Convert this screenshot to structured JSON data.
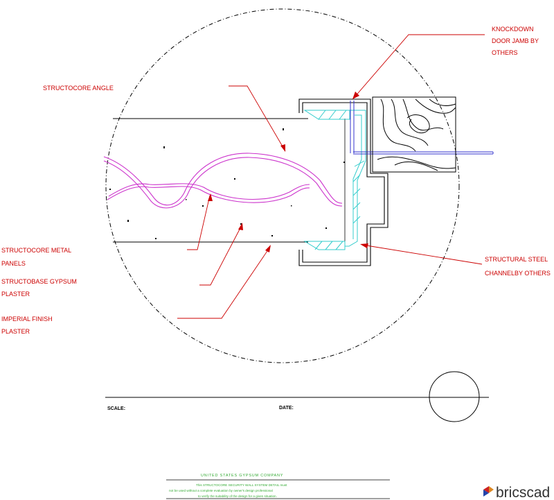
{
  "labels": {
    "knock_down_1": "KNOCKDOWN",
    "knock_down_2": "DOOR JAMB BY",
    "knock_down_3": "OTHERS",
    "angle": "STRUCTOCORE ANGLE",
    "metal_1": "STRUCTOCORE METAL",
    "metal_2": "PANELS",
    "gypsum_1": "STRUCTOBASE GYPSUM",
    "gypsum_2": "PLASTER",
    "finish_1": "IMPERIAL FINISH",
    "finish_2": "PLASTER",
    "channel_1": "STRUCTURAL STEEL",
    "channel_2": "CHANNELBY OTHERS"
  },
  "title_block": {
    "scale_label": "SCALE:",
    "date_label": "DATE:",
    "company": "UNITED STATES GYPSUM COMPANY",
    "disclaimer_1": "This STRUCTOCORE SECURITY WALL SYSTEM DETAIL must",
    "disclaimer_2": "not be used without a complete evaluation by owner's design professional",
    "disclaimer_3": "to verify the suitability of the design for a given situation."
  },
  "brand": {
    "name": "bricscad"
  },
  "colors": {
    "leader": "#cc0000",
    "metal_panel": "#cc33cc",
    "angle": "#33cccc",
    "jamb": "#3333cc",
    "outline": "#000000",
    "footer_text": "#33aa33"
  }
}
